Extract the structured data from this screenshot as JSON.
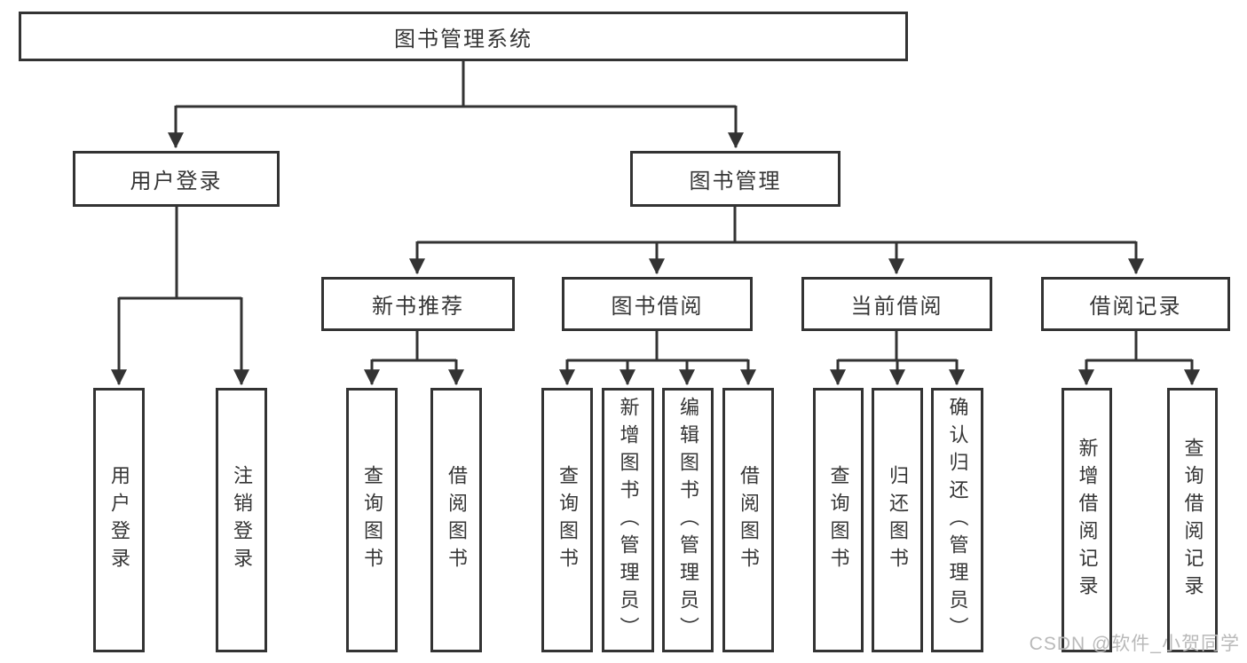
{
  "diagram": {
    "title_node": {
      "label": "图书管理系统"
    },
    "level2": {
      "user_login": {
        "label": "用户登录"
      },
      "book_mgmt": {
        "label": "图书管理"
      }
    },
    "level3": {
      "new_book_rec": {
        "label": "新书推荐"
      },
      "book_borrow": {
        "label": "图书借阅"
      },
      "current_borrow": {
        "label": "当前借阅"
      },
      "borrow_records": {
        "label": "借阅记录"
      }
    },
    "leaves": {
      "user_login_leaf": {
        "label": "用户登录"
      },
      "logout": {
        "label": "注销登录"
      },
      "nb_query_book": {
        "label": "查询图书"
      },
      "nb_borrow_book": {
        "label": "借阅图书"
      },
      "bb_query_book": {
        "label": "查询图书"
      },
      "bb_add_book": {
        "label": "新增图书（管理员）"
      },
      "bb_edit_book": {
        "label": "编辑图书（管理员）"
      },
      "bb_borrow_book": {
        "label": "借阅图书"
      },
      "cb_query_book": {
        "label": "查询图书"
      },
      "cb_return_book": {
        "label": "归还图书"
      },
      "cb_confirm_return": {
        "label": "确认归还（管理员）"
      },
      "br_add_record": {
        "label": "新增借阅记录"
      },
      "br_query_record": {
        "label": "查询借阅记录"
      }
    }
  },
  "watermark": {
    "text": "CSDN @软件_小贺同学"
  },
  "colors": {
    "line": "#333333",
    "text": "#363636",
    "box_bg": "#ffffff",
    "watermark": "#b9b9b9"
  }
}
